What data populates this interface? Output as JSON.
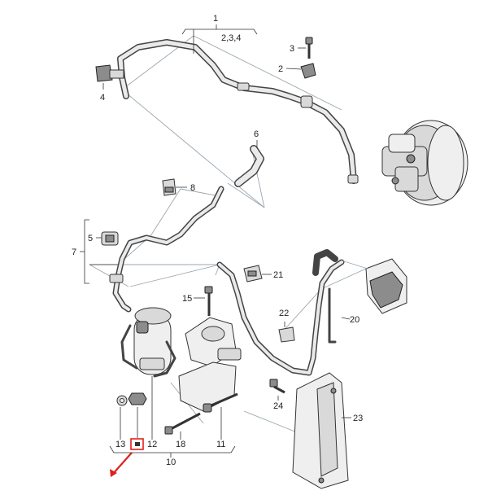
{
  "diagram": {
    "labels": {
      "l1": "1",
      "l234": "2,3,4",
      "l2": "2",
      "l3": "3",
      "l4": "4",
      "l5": "5",
      "l6": "6",
      "l7": "7",
      "l8": "8",
      "l10": "10",
      "l11": "11",
      "l12": "12",
      "l13": "13",
      "l15": "15",
      "l18": "18",
      "l20": "20",
      "l21": "21",
      "l22": "22",
      "l23": "23",
      "l24": "24"
    },
    "colors": {
      "highlight": "#e0201a",
      "pipe": "#444444",
      "part": "#d9d9d9",
      "leader": "#9aa7b0"
    }
  }
}
